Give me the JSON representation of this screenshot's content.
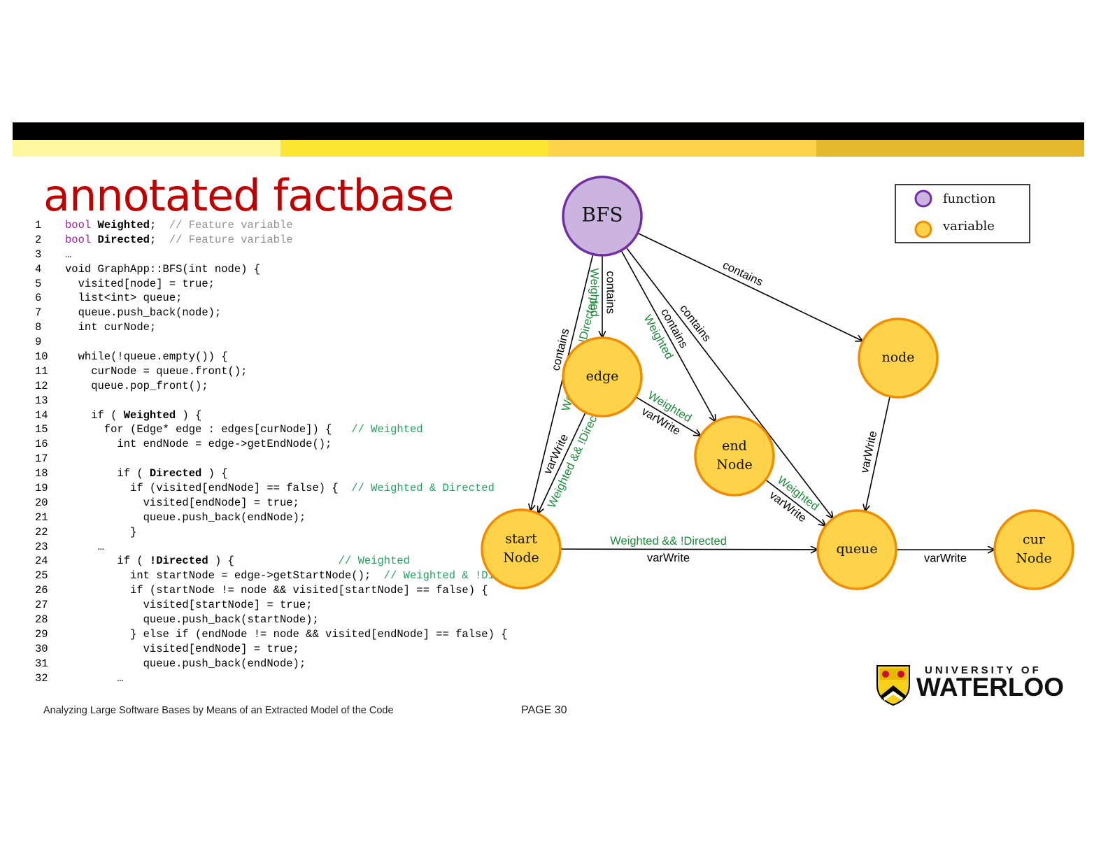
{
  "title": "annotated factbase",
  "colors": {
    "topbar": "#000000",
    "stripes": [
      "#fef8a0",
      "#fde632",
      "#fdd34a",
      "#e4b72c"
    ],
    "title": "#c00000",
    "function_fill": "#cbb4e0",
    "function_stroke": "#7030a0",
    "variable_fill": "#fed34a",
    "variable_stroke": "#f08c00",
    "green_label": "#1d8a3c"
  },
  "code_lines": [
    {
      "n": "1",
      "parts": [
        {
          "t": "bool ",
          "c": "kw"
        },
        {
          "t": "Weighted",
          "c": "b"
        },
        {
          "t": ";  ",
          "c": ""
        },
        {
          "t": "// Feature variable",
          "c": "cmg"
        }
      ]
    },
    {
      "n": "2",
      "parts": [
        {
          "t": "bool ",
          "c": "kw"
        },
        {
          "t": "Directed",
          "c": "b"
        },
        {
          "t": ";  ",
          "c": ""
        },
        {
          "t": "// Feature variable",
          "c": "cmg"
        }
      ]
    },
    {
      "n": "3",
      "parts": [
        {
          "t": "…",
          "c": ""
        }
      ]
    },
    {
      "n": "4",
      "parts": [
        {
          "t": "void GraphApp::BFS(int node) {",
          "c": ""
        }
      ]
    },
    {
      "n": "5",
      "parts": [
        {
          "t": "  visited[node] = true;",
          "c": ""
        }
      ]
    },
    {
      "n": "6",
      "parts": [
        {
          "t": "  list<int> queue;",
          "c": ""
        }
      ]
    },
    {
      "n": "7",
      "parts": [
        {
          "t": "  queue.push_back(node);",
          "c": ""
        }
      ]
    },
    {
      "n": "8",
      "parts": [
        {
          "t": "  int curNode;",
          "c": ""
        }
      ]
    },
    {
      "n": "9",
      "parts": []
    },
    {
      "n": "10",
      "parts": [
        {
          "t": "  while(!queue.empty()) {",
          "c": ""
        }
      ]
    },
    {
      "n": "11",
      "parts": [
        {
          "t": "    curNode = queue.front();",
          "c": ""
        }
      ]
    },
    {
      "n": "12",
      "parts": [
        {
          "t": "    queue.pop_front();",
          "c": ""
        }
      ]
    },
    {
      "n": "13",
      "parts": []
    },
    {
      "n": "14",
      "parts": [
        {
          "t": "    if ( ",
          "c": ""
        },
        {
          "t": "Weighted",
          "c": "b"
        },
        {
          "t": " ) {",
          "c": ""
        }
      ]
    },
    {
      "n": "15",
      "parts": [
        {
          "t": "      for (Edge* edge : edges[curNode]) {   ",
          "c": ""
        },
        {
          "t": "// Weighted",
          "c": "cm"
        }
      ]
    },
    {
      "n": "16",
      "parts": [
        {
          "t": "        int endNode = edge->getEndNode();",
          "c": ""
        }
      ]
    },
    {
      "n": "17",
      "parts": []
    },
    {
      "n": "18",
      "parts": [
        {
          "t": "        if ( ",
          "c": ""
        },
        {
          "t": "Directed",
          "c": "b"
        },
        {
          "t": " ) {",
          "c": ""
        }
      ]
    },
    {
      "n": "19",
      "parts": [
        {
          "t": "          if (visited[endNode] == false) {  ",
          "c": ""
        },
        {
          "t": "// Weighted & Directed",
          "c": "cm"
        }
      ]
    },
    {
      "n": "20",
      "parts": [
        {
          "t": "            visited[endNode] = true;",
          "c": ""
        }
      ]
    },
    {
      "n": "21",
      "parts": [
        {
          "t": "            queue.push_back(endNode);",
          "c": ""
        }
      ]
    },
    {
      "n": "22",
      "parts": [
        {
          "t": "          }",
          "c": ""
        }
      ]
    },
    {
      "n": "23",
      "parts": [
        {
          "t": "     …",
          "c": ""
        }
      ]
    },
    {
      "n": "24",
      "parts": [
        {
          "t": "        if ( ",
          "c": ""
        },
        {
          "t": "!Directed",
          "c": "b"
        },
        {
          "t": " ) {                ",
          "c": ""
        },
        {
          "t": "// Weighted",
          "c": "cm"
        }
      ]
    },
    {
      "n": "25",
      "parts": [
        {
          "t": "          int startNode = edge->getStartNode();  ",
          "c": ""
        },
        {
          "t": "// Weighted & !Directed",
          "c": "cm"
        }
      ]
    },
    {
      "n": "26",
      "parts": [
        {
          "t": "          if (startNode != node && visited[startNode] == false) {",
          "c": ""
        }
      ]
    },
    {
      "n": "27",
      "parts": [
        {
          "t": "            visited[startNode] = true;",
          "c": ""
        }
      ]
    },
    {
      "n": "28",
      "parts": [
        {
          "t": "            queue.push_back(startNode);",
          "c": ""
        }
      ]
    },
    {
      "n": "29",
      "parts": [
        {
          "t": "          } else if (endNode != node && visited[endNode] == false) {",
          "c": ""
        }
      ]
    },
    {
      "n": "30",
      "parts": [
        {
          "t": "            visited[endNode] = true;",
          "c": ""
        }
      ]
    },
    {
      "n": "31",
      "parts": [
        {
          "t": "            queue.push_back(endNode);",
          "c": ""
        }
      ]
    },
    {
      "n": "32",
      "parts": [
        {
          "t": "        …",
          "c": ""
        }
      ]
    }
  ],
  "diagram": {
    "nodes": [
      {
        "id": "BFS",
        "kind": "function",
        "lines": [
          "BFS"
        ]
      },
      {
        "id": "edge",
        "kind": "variable",
        "lines": [
          "edge"
        ]
      },
      {
        "id": "node",
        "kind": "variable",
        "lines": [
          "node"
        ]
      },
      {
        "id": "endNode",
        "kind": "variable",
        "lines": [
          "end",
          "Node"
        ]
      },
      {
        "id": "startNode",
        "kind": "variable",
        "lines": [
          "start",
          "Node"
        ]
      },
      {
        "id": "queue",
        "kind": "variable",
        "lines": [
          "queue"
        ]
      },
      {
        "id": "curNode",
        "kind": "variable",
        "lines": [
          "cur",
          "Node"
        ]
      }
    ],
    "edges": [
      {
        "from": "BFS",
        "to": "edge",
        "label": "contains",
        "condition": "Weighted"
      },
      {
        "from": "BFS",
        "to": "startNode",
        "label": "contains",
        "condition": "Weighted && !Directed"
      },
      {
        "from": "BFS",
        "to": "endNode",
        "label": "contains",
        "condition": "Weighted"
      },
      {
        "from": "BFS",
        "to": "queue",
        "label": "contains",
        "condition": ""
      },
      {
        "from": "BFS",
        "to": "node",
        "label": "contains",
        "condition": ""
      },
      {
        "from": "edge",
        "to": "endNode",
        "label": "varWrite",
        "condition": "Weighted"
      },
      {
        "from": "edge",
        "to": "startNode",
        "label": "varWrite",
        "condition": "Weighted && !Direc"
      },
      {
        "from": "endNode",
        "to": "queue",
        "label": "varWrite",
        "condition": "Weighted"
      },
      {
        "from": "node",
        "to": "queue",
        "label": "varWrite",
        "condition": ""
      },
      {
        "from": "startNode",
        "to": "queue",
        "label": "varWrite",
        "condition": "Weighted && !Directed"
      },
      {
        "from": "queue",
        "to": "curNode",
        "label": "varWrite",
        "condition": ""
      }
    ],
    "legend": [
      {
        "kind": "function",
        "label": "function"
      },
      {
        "kind": "variable",
        "label": "variable"
      }
    ]
  },
  "footer": {
    "left": "Analyzing Large Software Bases by Means of an Extracted Model of the Code",
    "page": "PAGE  30"
  },
  "logo": {
    "line1": "UNIVERSITY OF",
    "line2": "WATERLOO"
  }
}
